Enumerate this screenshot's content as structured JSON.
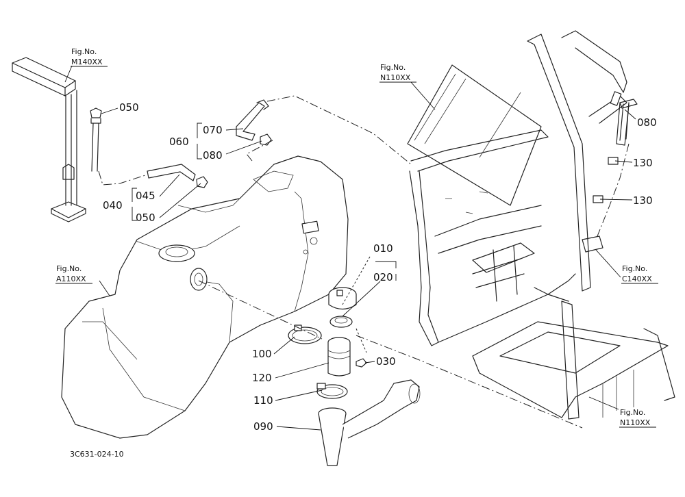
{
  "callouts": {
    "c010": "010",
    "c020": "020",
    "c030": "030",
    "c040": "040",
    "c045": "045",
    "c050a": "050",
    "c050b": "050",
    "c060": "060",
    "c070": "070",
    "c080a": "080",
    "c080b": "080",
    "c090": "090",
    "c100": "100",
    "c110": "110",
    "c120": "120",
    "c130a": "130",
    "c130b": "130"
  },
  "figure_refs": {
    "m140": {
      "label": "Fig.No.",
      "code": "M140XX"
    },
    "n110_top": {
      "label": "Fig.No.",
      "code": "N110XX"
    },
    "a110": {
      "label": "Fig.No.",
      "code": "A110XX"
    },
    "c140": {
      "label": "Fig.No.",
      "code": "C140XX"
    },
    "n110_bottom": {
      "label": "Fig.No.",
      "code": "N110XX"
    }
  },
  "drawing_id": "3C631-024-10"
}
